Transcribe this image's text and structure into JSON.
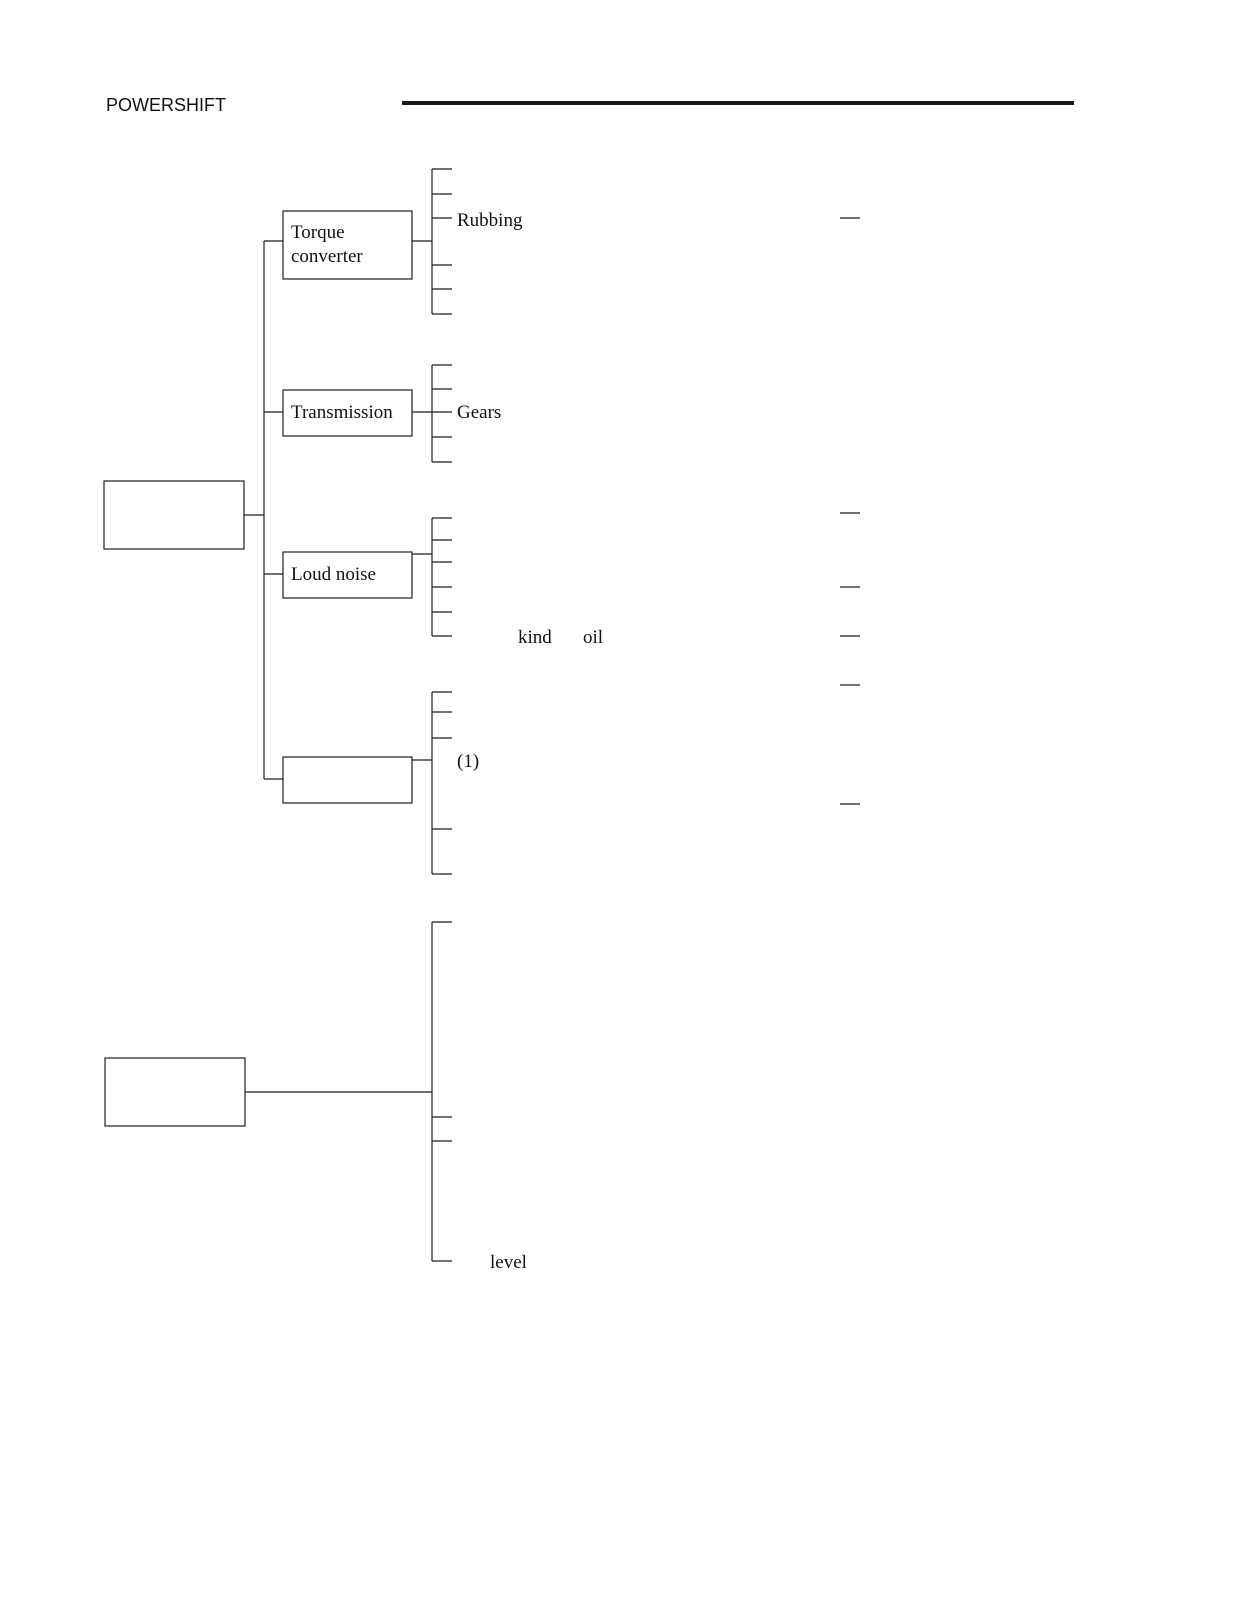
{
  "header": {
    "title": "POWERSHIFT"
  },
  "diagram": {
    "nodes": {
      "torque_converter": {
        "line1": "Torque",
        "line2": "converter"
      },
      "transmission": {
        "label": "Transmission"
      },
      "loud_noise": {
        "label": "Loud noise"
      }
    },
    "leaves": {
      "rubbing": "Rubbing",
      "gears": "Gears",
      "kind": "kind",
      "oil": "oil",
      "item_1": "(1)",
      "level": "level"
    }
  }
}
